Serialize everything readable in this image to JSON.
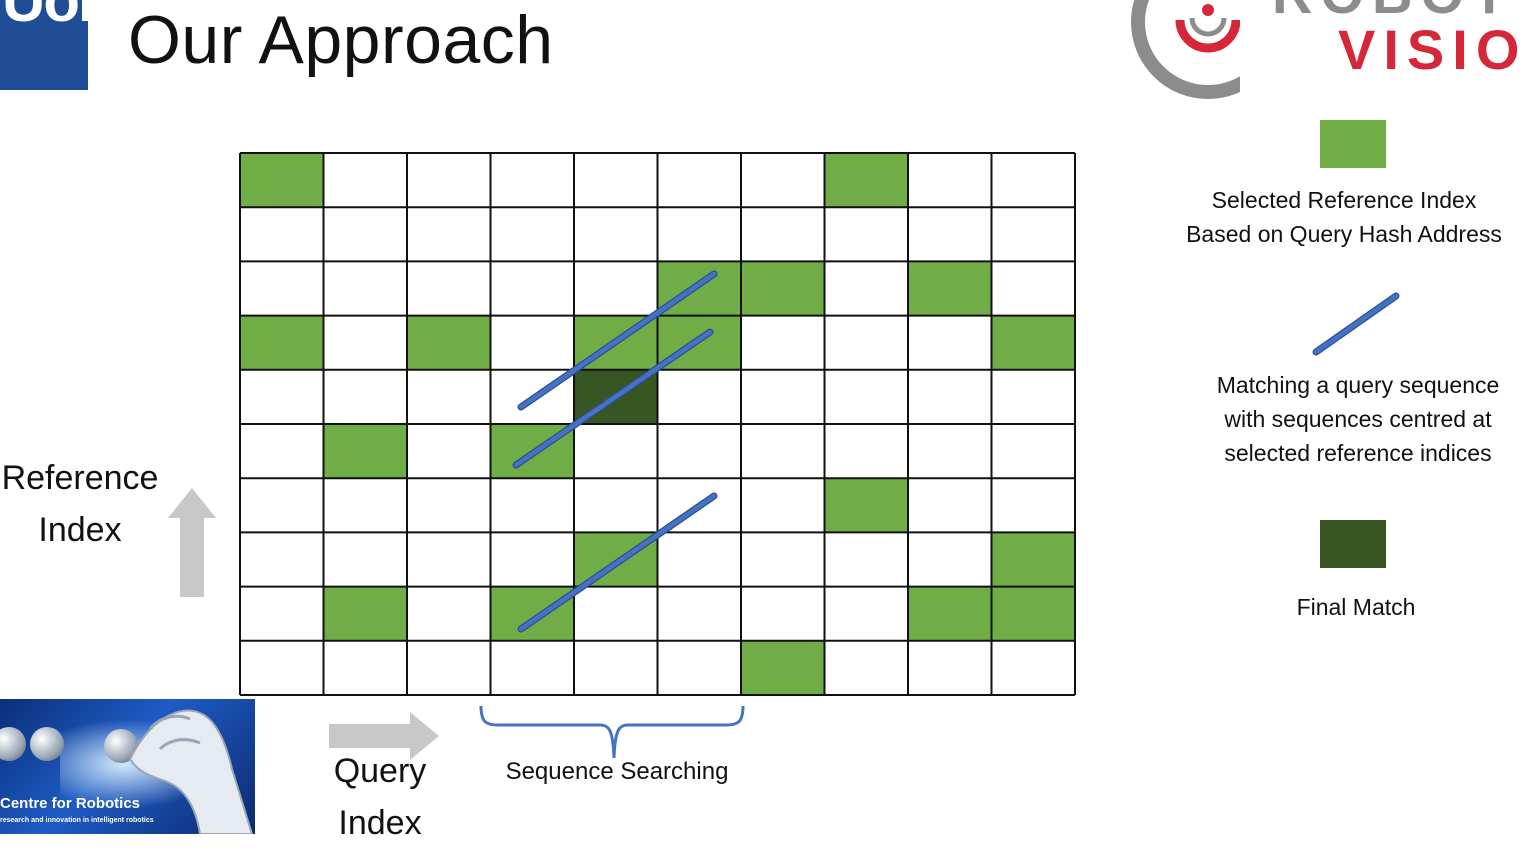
{
  "slide": {
    "title": "Our Approach"
  },
  "logos": {
    "university_mark": "UoB",
    "robot_vision_top": "ROBOT",
    "robot_vision_bottom": "VISIO",
    "robotics_banner_title": "Centre for Robotics",
    "robotics_banner_subtitle": "research and innovation in intelligent robotics"
  },
  "colors": {
    "selected": "#70ad47",
    "final_match": "#375623",
    "match_line": "#4472c4",
    "grid_line": "#111111",
    "arrow": "#c8c8c8",
    "brace": "#4472c4",
    "logo_red": "#d6263a",
    "logo_grey": "#8c8c8c"
  },
  "grid": {
    "columns": 10,
    "rows": 10,
    "selected_cells": [
      {
        "row": 0,
        "col": 0
      },
      {
        "row": 0,
        "col": 7
      },
      {
        "row": 2,
        "col": 5
      },
      {
        "row": 2,
        "col": 6
      },
      {
        "row": 2,
        "col": 8
      },
      {
        "row": 3,
        "col": 0
      },
      {
        "row": 3,
        "col": 2
      },
      {
        "row": 3,
        "col": 4
      },
      {
        "row": 3,
        "col": 5
      },
      {
        "row": 3,
        "col": 9
      },
      {
        "row": 5,
        "col": 1
      },
      {
        "row": 5,
        "col": 3
      },
      {
        "row": 6,
        "col": 7
      },
      {
        "row": 7,
        "col": 4
      },
      {
        "row": 7,
        "col": 9
      },
      {
        "row": 8,
        "col": 1
      },
      {
        "row": 8,
        "col": 3
      },
      {
        "row": 8,
        "col": 8
      },
      {
        "row": 8,
        "col": 9
      },
      {
        "row": 9,
        "col": 6
      }
    ],
    "final_match_cells": [
      {
        "row": 4,
        "col": 4
      }
    ]
  },
  "axes": {
    "reference_label_line1": "Reference",
    "reference_label_line2": "Index",
    "query_label_line1": "Query",
    "query_label_line2": "Index"
  },
  "sequence_searching_label": "Sequence Searching",
  "legend": {
    "selected_line1": "Selected Reference Index",
    "selected_line2": "Based on Query Hash Address",
    "matching_line1": "Matching a query sequence",
    "matching_line2": "with sequences centred at",
    "matching_line3": "selected reference indices",
    "final_match": "Final Match"
  }
}
